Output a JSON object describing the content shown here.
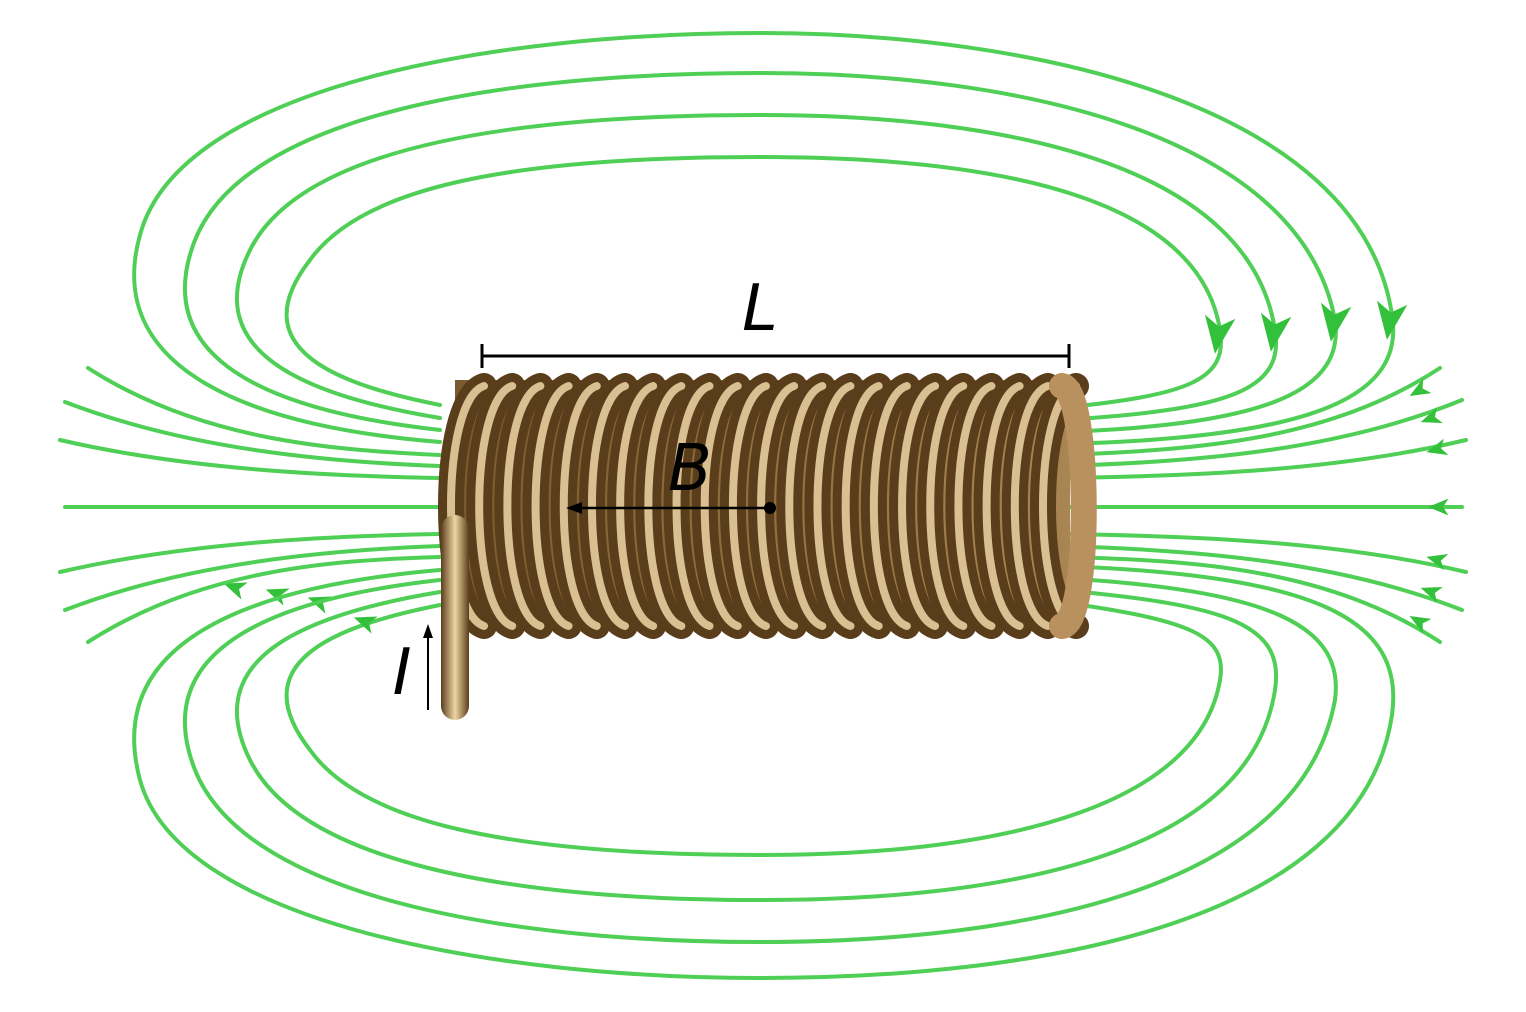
{
  "labels": {
    "length": "L",
    "field": "B",
    "current": "I"
  },
  "colors": {
    "field_line": "#4fcf55",
    "field_arrow": "#33c03a",
    "wire_light": "#f0d6a6",
    "wire_mid": "#b8915e",
    "wire_dark": "#5a3e1b",
    "annotation": "#000000"
  },
  "coil": {
    "turns": 22
  }
}
